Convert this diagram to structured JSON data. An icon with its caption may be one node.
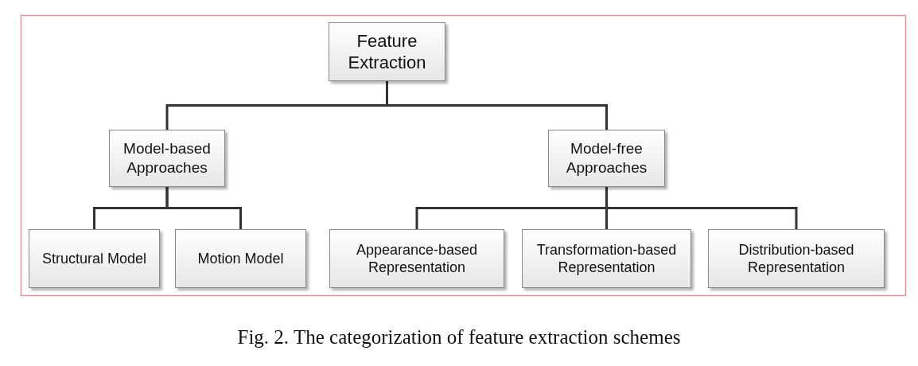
{
  "diagram": {
    "caption": "Fig. 2. The categorization of feature extraction schemes",
    "nodes": [
      {
        "text": [
          "Feature Extraction"
        ]
      },
      {
        "text": [
          "Model-based Approaches"
        ]
      },
      {
        "text": [
          "Model-free Approaches"
        ]
      },
      {
        "text": [
          "Structural Model"
        ]
      },
      {
        "text": [
          "Motion Model"
        ]
      },
      {
        "text": [
          "Appearance-based Representation"
        ]
      },
      {
        "text": [
          "Transformation-based Representation"
        ]
      },
      {
        "text": [
          "Distribution-based Representation"
        ]
      }
    ],
    "edges": [
      {
        "from": 0,
        "to": 1,
        "arrow": "none"
      },
      {
        "from": 0,
        "to": 2,
        "arrow": "none"
      },
      {
        "from": 1,
        "to": 3,
        "arrow": "none"
      },
      {
        "from": 1,
        "to": 4,
        "arrow": "none"
      },
      {
        "from": 2,
        "to": 5,
        "arrow": "none"
      },
      {
        "from": 2,
        "to": 6,
        "arrow": "none"
      },
      {
        "from": 2,
        "to": 7,
        "arrow": "none"
      }
    ]
  }
}
